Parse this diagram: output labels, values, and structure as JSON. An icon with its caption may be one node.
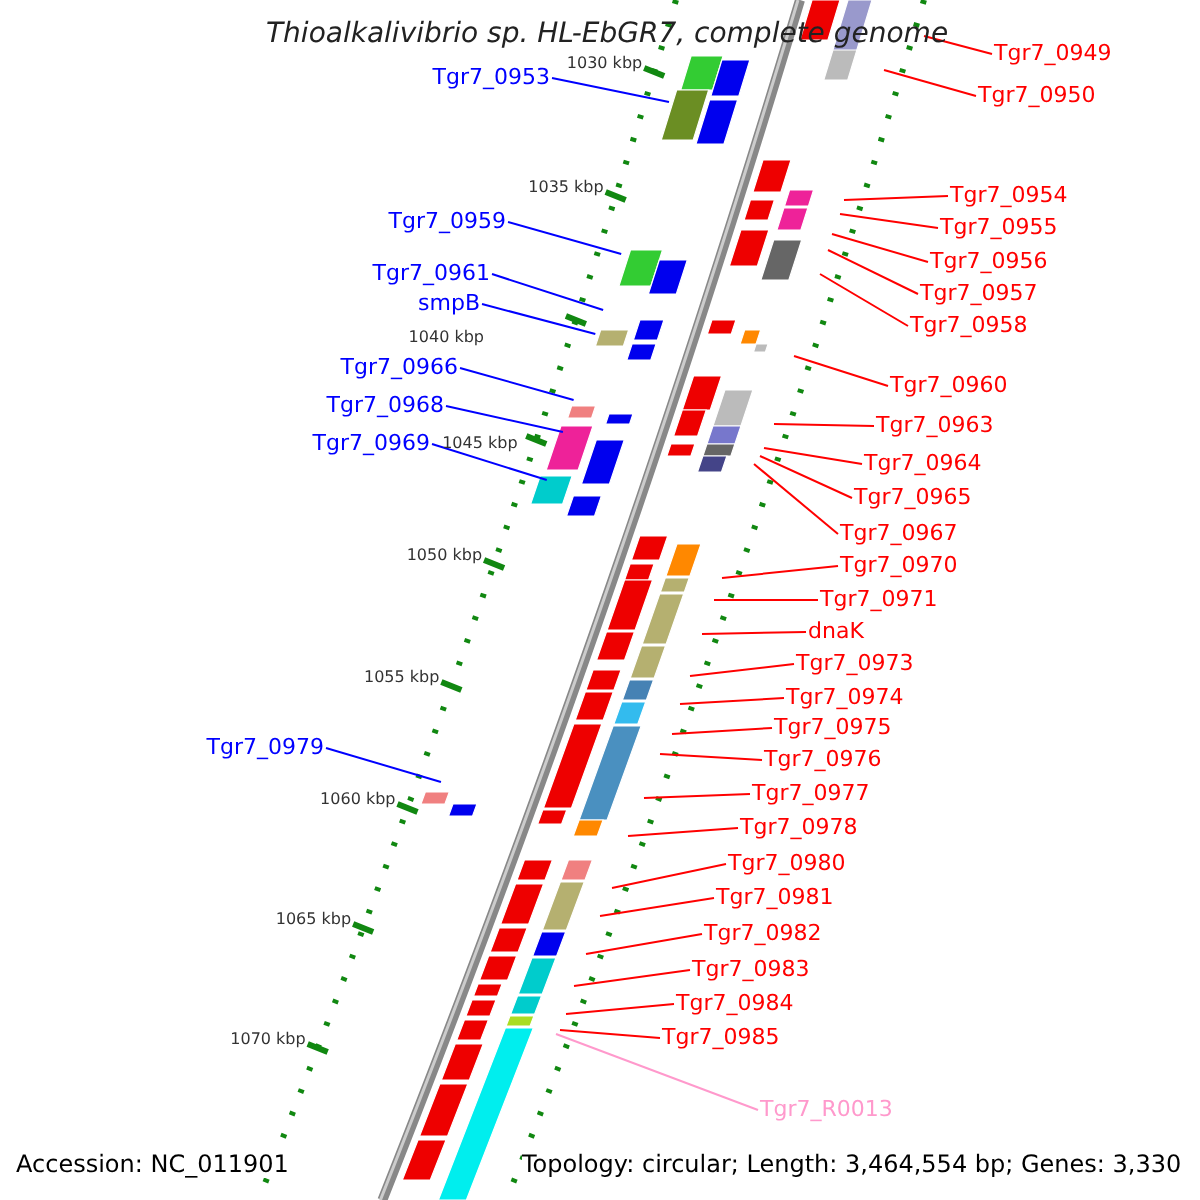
{
  "diagram": {
    "title": "Thioalkalivibrio sp. HL-EbGR7, complete genome",
    "nodes": [
      {
        "text": [
          "Tgr7_0949"
        ]
      },
      {
        "text": [
          "Tgr7_0953"
        ]
      },
      {
        "text": [
          "Tgr7_0950"
        ]
      },
      {
        "text": [
          "Tgr7_0954"
        ]
      },
      {
        "text": [
          "Tgr7_0959"
        ]
      },
      {
        "text": [
          "Tgr7_0955"
        ]
      },
      {
        "text": [
          "Tgr7_0956"
        ]
      },
      {
        "text": [
          "Tgr7_0961"
        ]
      },
      {
        "text": [
          "Tgr7_0957"
        ]
      },
      {
        "text": [
          "smpB"
        ]
      },
      {
        "text": [
          "Tgr7_0958"
        ]
      },
      {
        "text": [
          "Tgr7_0966"
        ]
      },
      {
        "text": [
          "Tgr7_0960"
        ]
      },
      {
        "text": [
          "Tgr7_0968"
        ]
      },
      {
        "text": [
          "Tgr7_0963"
        ]
      },
      {
        "text": [
          "Tgr7_0969"
        ]
      },
      {
        "text": [
          "Tgr7_0964"
        ]
      },
      {
        "text": [
          "Tgr7_0965"
        ]
      },
      {
        "text": [
          "Tgr7_0967"
        ]
      },
      {
        "text": [
          "Tgr7_0970"
        ]
      },
      {
        "text": [
          "Tgr7_0971"
        ]
      },
      {
        "text": [
          "dnaK"
        ]
      },
      {
        "text": [
          "Tgr7_0973"
        ]
      },
      {
        "text": [
          "Tgr7_0974"
        ]
      },
      {
        "text": [
          "Tgr7_0975"
        ]
      },
      {
        "text": [
          "Tgr7_0979"
        ]
      },
      {
        "text": [
          "Tgr7_0976"
        ]
      },
      {
        "text": [
          "Tgr7_0977"
        ]
      },
      {
        "text": [
          "Tgr7_0978"
        ]
      },
      {
        "text": [
          "Tgr7_0980"
        ]
      },
      {
        "text": [
          "Tgr7_0981"
        ]
      },
      {
        "text": [
          "Tgr7_0982"
        ]
      },
      {
        "text": [
          "Tgr7_0983"
        ]
      },
      {
        "text": [
          "Tgr7_0984"
        ]
      },
      {
        "text": [
          "Tgr7_0985"
        ]
      },
      {
        "text": [
          "Tgr7_R0013"
        ]
      }
    ],
    "edges": [
      {
        "from": 0,
        "to": null,
        "arrow": "none"
      },
      {
        "from": 1,
        "to": null,
        "arrow": "none",
        "color": "#0000ff"
      },
      {
        "from": 2,
        "to": null,
        "arrow": "none"
      },
      {
        "from": 3,
        "to": null,
        "arrow": "none"
      },
      {
        "from": 4,
        "to": null,
        "arrow": "none",
        "color": "#0000ff"
      },
      {
        "from": 5,
        "to": null,
        "arrow": "none"
      },
      {
        "from": 6,
        "to": null,
        "arrow": "none"
      },
      {
        "from": 7,
        "to": null,
        "arrow": "none",
        "color": "#0000ff"
      },
      {
        "from": 8,
        "to": null,
        "arrow": "none"
      },
      {
        "from": 9,
        "to": null,
        "arrow": "none",
        "color": "#0000ff"
      },
      {
        "from": 10,
        "to": null,
        "arrow": "none"
      },
      {
        "from": 11,
        "to": null,
        "arrow": "none",
        "color": "#0000ff"
      },
      {
        "from": 12,
        "to": null,
        "arrow": "none"
      },
      {
        "from": 13,
        "to": null,
        "arrow": "none",
        "color": "#0000ff"
      },
      {
        "from": 14,
        "to": null,
        "arrow": "none"
      },
      {
        "from": 15,
        "to": null,
        "arrow": "none",
        "color": "#0000ff"
      },
      {
        "from": 16,
        "to": null,
        "arrow": "none"
      },
      {
        "from": 17,
        "to": null,
        "arrow": "none"
      },
      {
        "from": 18,
        "to": null,
        "arrow": "none"
      },
      {
        "from": 19,
        "to": null,
        "arrow": "none"
      },
      {
        "from": 20,
        "to": null,
        "arrow": "none"
      },
      {
        "from": 21,
        "to": null,
        "arrow": "none"
      },
      {
        "from": 22,
        "to": null,
        "arrow": "none"
      },
      {
        "from": 23,
        "to": null,
        "arrow": "none"
      },
      {
        "from": 24,
        "to": null,
        "arrow": "none"
      },
      {
        "from": 25,
        "to": null,
        "arrow": "none",
        "color": "#0000ff"
      },
      {
        "from": 26,
        "to": null,
        "arrow": "none"
      },
      {
        "from": 27,
        "to": null,
        "arrow": "none"
      },
      {
        "from": 28,
        "to": null,
        "arrow": "none"
      },
      {
        "from": 29,
        "to": null,
        "arrow": "none"
      },
      {
        "from": 30,
        "to": null,
        "arrow": "none"
      },
      {
        "from": 31,
        "to": null,
        "arrow": "none"
      },
      {
        "from": 32,
        "to": null,
        "arrow": "none"
      },
      {
        "from": 33,
        "to": null,
        "arrow": "none"
      },
      {
        "from": 34,
        "to": null,
        "arrow": "none"
      },
      {
        "from": 35,
        "to": null,
        "arrow": "none",
        "color": "#ff99cc"
      }
    ],
    "labels": [
      "1030 kbp",
      "1035 kbp",
      "1040 kbp",
      "1045 kbp",
      "1050 kbp",
      "1055 kbp",
      "1060 kbp",
      "1065 kbp",
      "1070 kbp",
      "Accession: NC_011901",
      "Topology: circular; Length: 3,464,554 bp; Genes: 3,330"
    ]
  }
}
